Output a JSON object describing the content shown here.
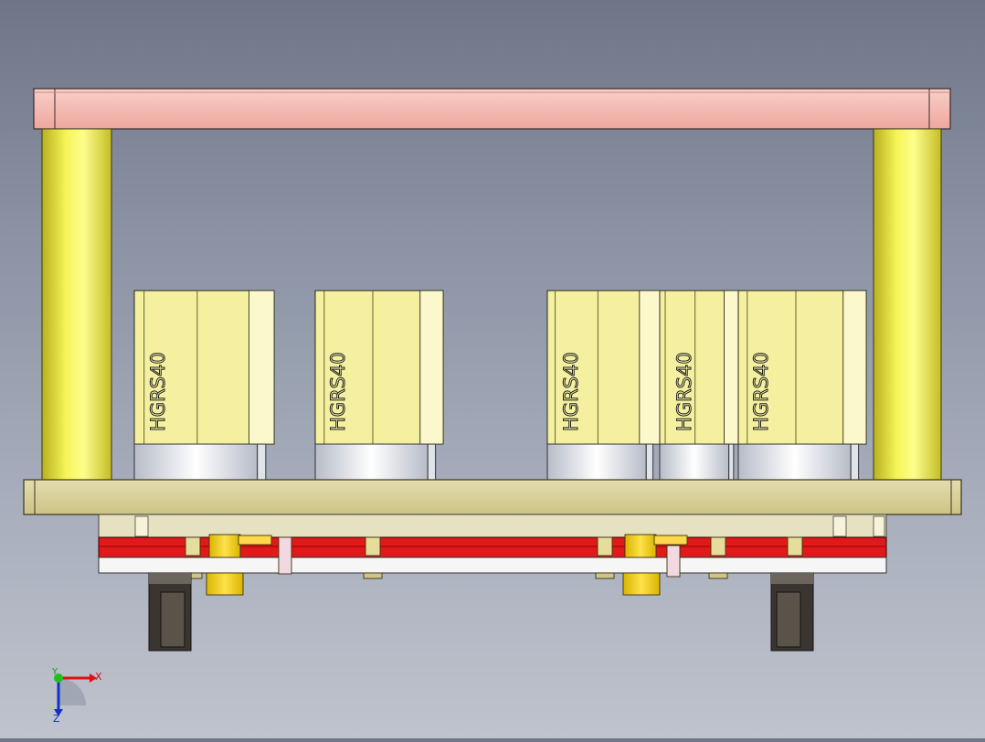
{
  "viewport": {
    "label": ""
  },
  "cylinders": [
    {
      "label": "HGRS40"
    },
    {
      "label": "HGRS40"
    },
    {
      "label": "HGRS40"
    },
    {
      "label": "HGRS40"
    },
    {
      "label": "HGRS40"
    }
  ],
  "triad": {
    "x_label": "X",
    "y_label": "Y",
    "z_label": "Z"
  },
  "colors": {
    "top_plate": "#f2b8b0",
    "columns": "#f0ef3a",
    "base_plate": "#d8cf9a",
    "cylinder_body": "#f4f0a0",
    "red_plate": "#e01a1a",
    "white_plate": "#f4f4f4",
    "rollers": "#3a3530"
  }
}
